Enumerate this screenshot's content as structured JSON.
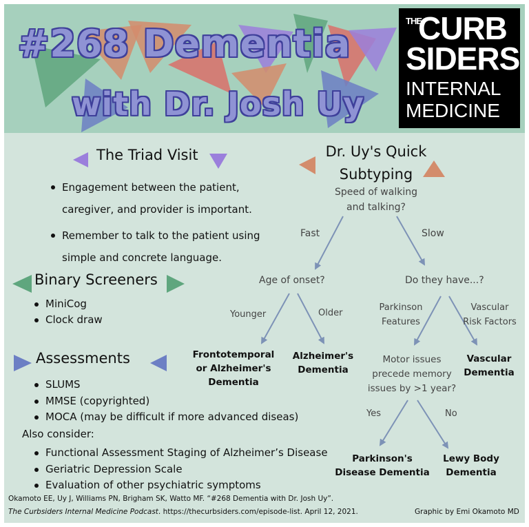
{
  "header": {
    "title_line1": "#268 Dementia",
    "title_line2": "with Dr. Josh Uy"
  },
  "logo": {
    "the": "THE",
    "curb": "CURB",
    "siders": "SIDERS",
    "internal": "INTERNAL",
    "medicine": "MEDICINE"
  },
  "triad": {
    "title": "The Triad Visit",
    "items": [
      "Engagement between the patient, caregiver, and provider is important.",
      "Remember to talk to the patient using simple and concrete language."
    ]
  },
  "binary": {
    "title": "Binary Screeners",
    "items": [
      "MiniCog",
      "Clock draw"
    ]
  },
  "assessments": {
    "title": "Assessments",
    "items": [
      "SLUMS",
      "MMSE (copyrighted)",
      "MOCA (may be difficult if more advanced diseas)"
    ]
  },
  "also": {
    "title": "Also consider:",
    "items": [
      "Functional Assessment Staging of Alzheimer’s Disease",
      "Geriatric Depression Scale",
      "Evaluation of other psychiatric symptoms"
    ]
  },
  "flowchart": {
    "title_line1": "Dr. Uy's Quick",
    "title_line2": "Subtyping",
    "root_line1": "Speed of walking",
    "root_line2": "and talking?",
    "fast": "Fast",
    "slow": "Slow",
    "age_onset": "Age of onset?",
    "do_they_have": "Do they have...?",
    "younger": "Younger",
    "older": "Older",
    "parkinson_line1": "Parkinson",
    "parkinson_line2": "Features",
    "vascular_rf_line1": "Vascular",
    "vascular_rf_line2": "Risk Factors",
    "ftd_line1": "Frontotemporal",
    "ftd_line2": "or Alzheimer's",
    "ftd_line3": "Dementia",
    "alz_line1": "Alzheimer's",
    "alz_line2": "Dementia",
    "motor_line1": "Motor issues",
    "motor_line2": "precede memory",
    "motor_line3": "issues by >1 year?",
    "vasc_line1": "Vascular",
    "vasc_line2": "Dementia",
    "yes": "Yes",
    "no": "No",
    "pdd_line1": "Parkinson's",
    "pdd_line2": "Disease Dementia",
    "lbd_line1": "Lewy Body",
    "lbd_line2": "Dementia"
  },
  "citation": {
    "line1": "Okamoto EE, Uy J, Williams PN, Brigham SK, Watto MF. “#268 Dementia with Dr. Josh Uy”.",
    "line2_italic": "The Curbsiders Internal Medicine Podcast",
    "line2_rest": ". https://thecurbsiders.com/episode-list. April 12, 2021.",
    "credit": "Graphic by Emi Okamoto MD"
  },
  "colors": {
    "header_bg": "#a6d0bd",
    "body_bg": "#d3e4dc",
    "title_fill": "#8f93d4",
    "title_outline": "#3e3f9a",
    "purple": "#9b7fdc",
    "green": "#5fa67e",
    "orange": "#d38c6c",
    "arrow": "#7d92b6"
  }
}
